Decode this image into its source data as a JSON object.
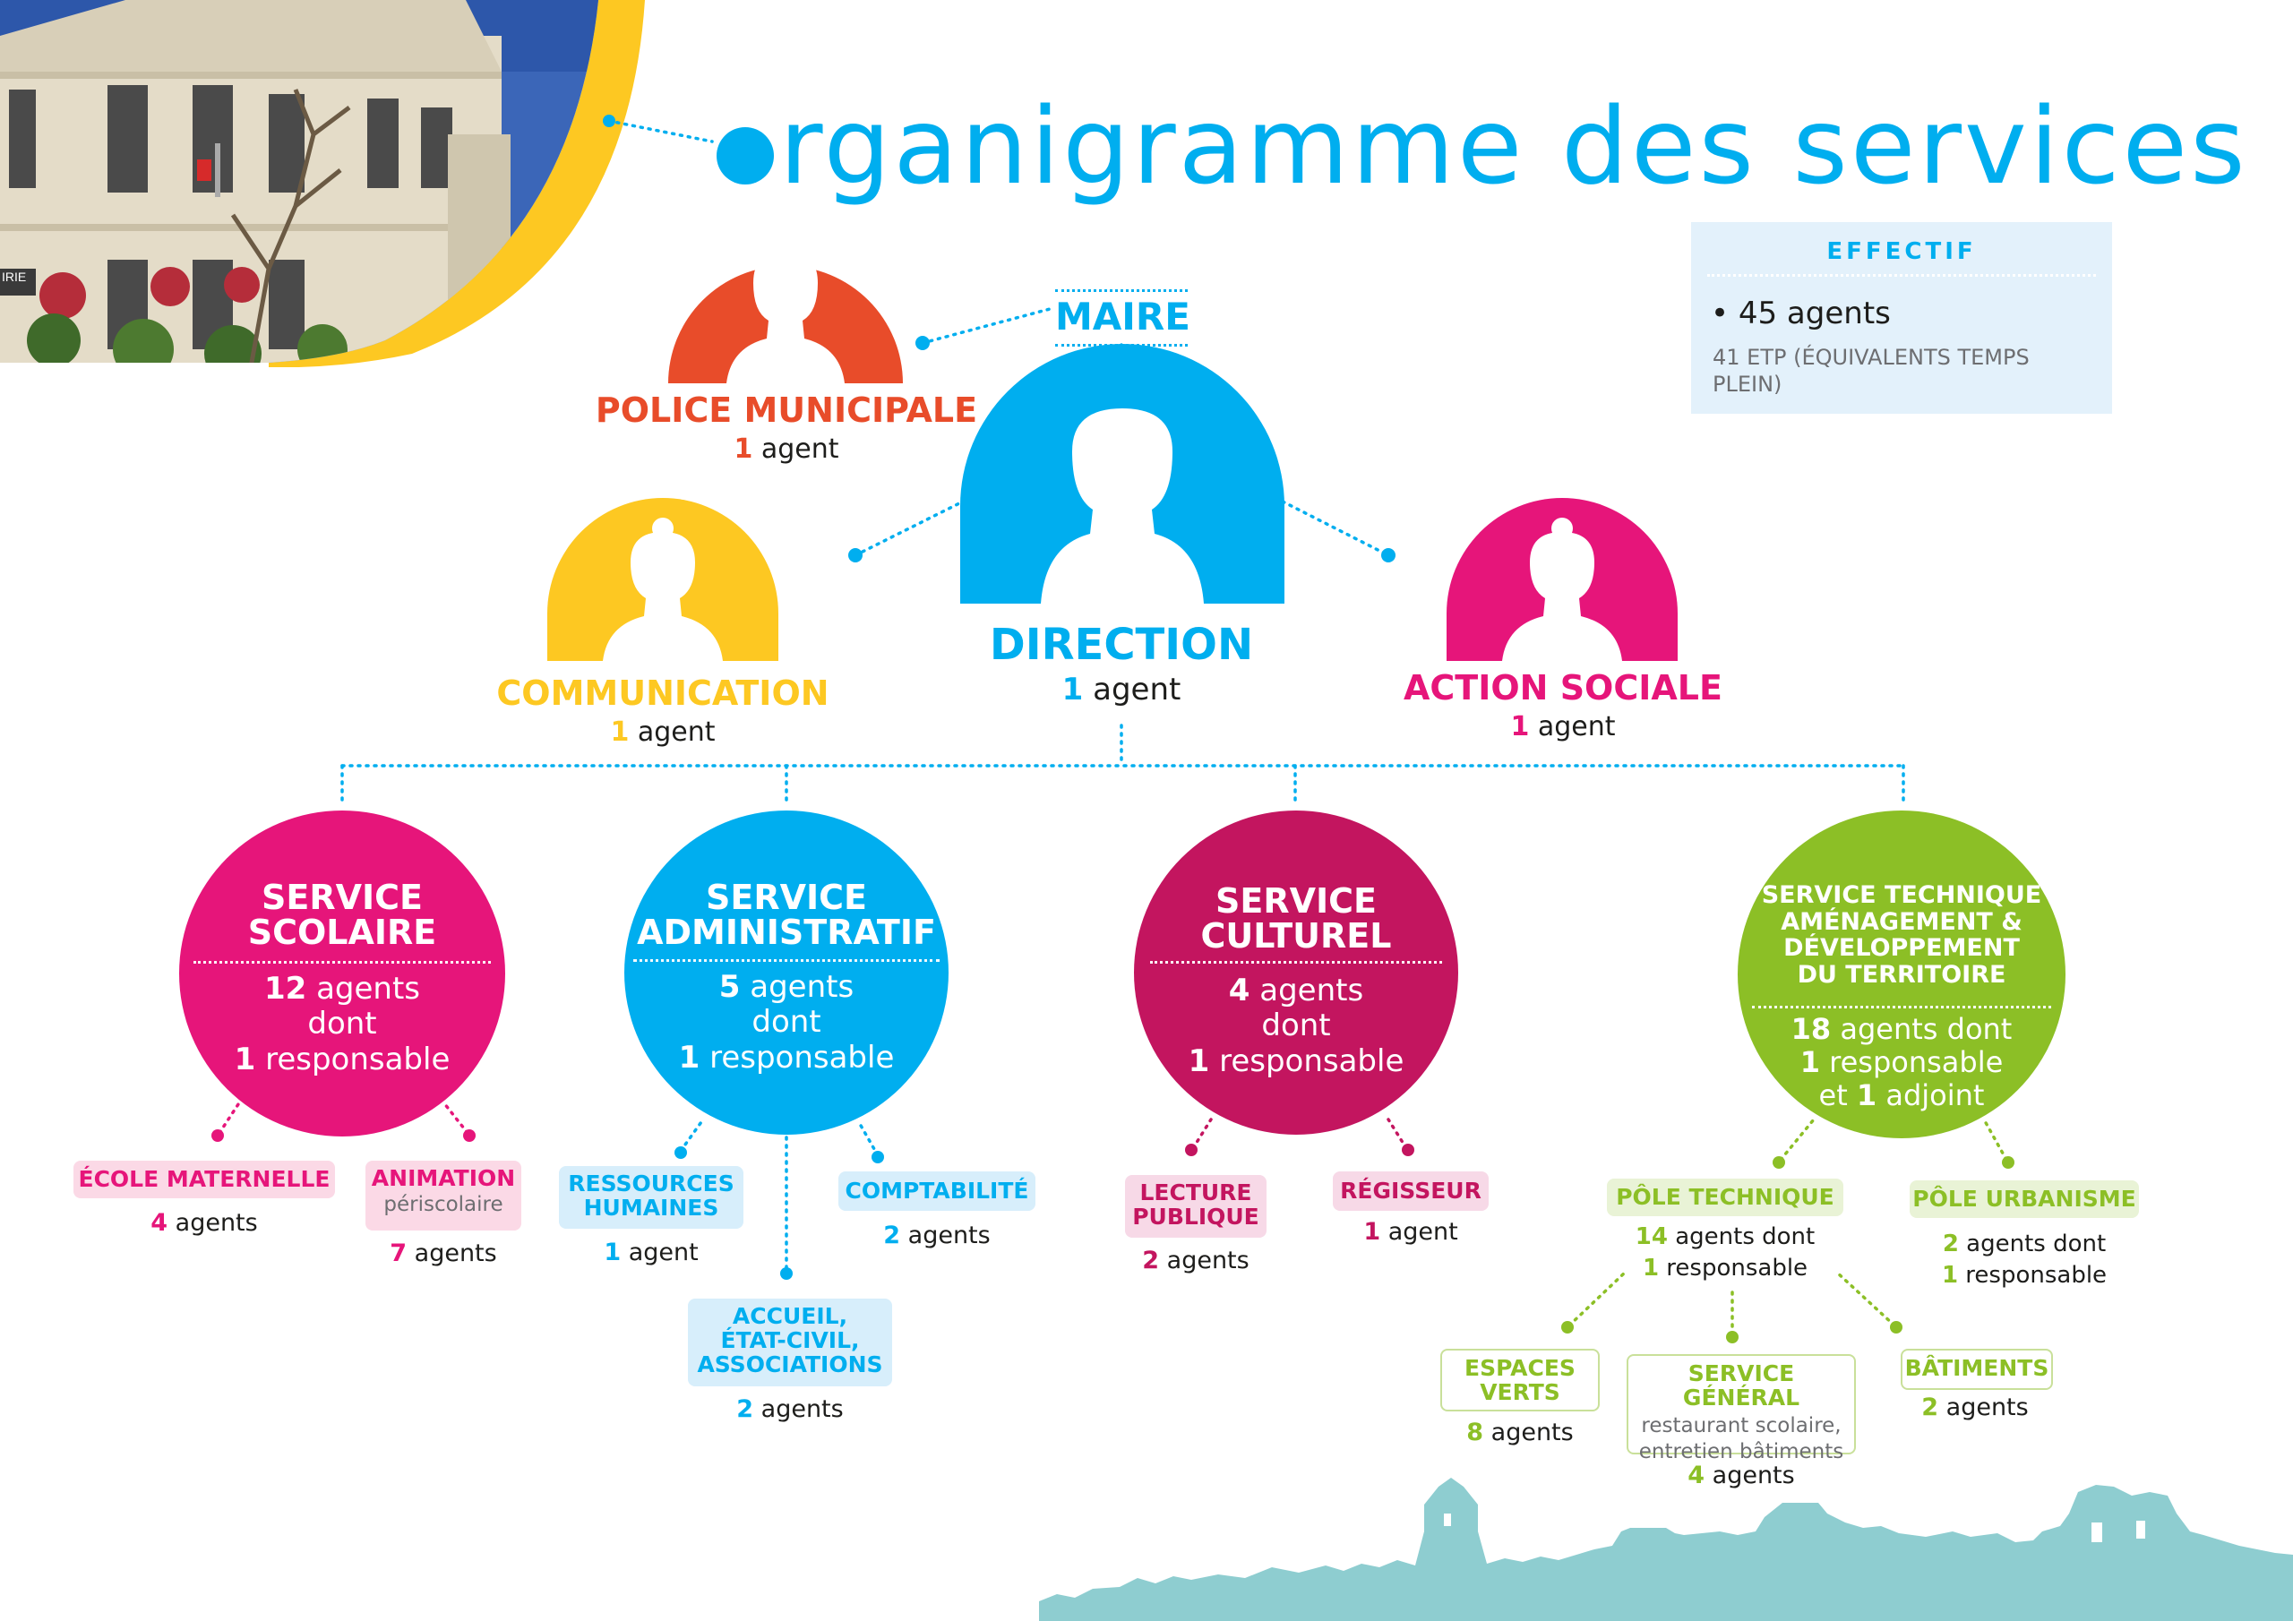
{
  "title": {
    "letter": "o",
    "rest": "rganigramme des services"
  },
  "effectif": {
    "heading": "EFFECTIF",
    "main": "• 45 agents",
    "sub": "41 ETP (ÉQUIVALENTS TEMPS PLEIN)"
  },
  "maire": "MAIRE",
  "people": {
    "police": {
      "title": "POLICE MUNICIPALE",
      "count": "1",
      "unit": " agent",
      "color": "#e84c2a"
    },
    "direction": {
      "title": "DIRECTION",
      "count": "1",
      "unit": " agent",
      "color": "#00aeef"
    },
    "communication": {
      "title": "COMMUNICATION",
      "count": "1",
      "unit": " agent",
      "color": "#fdc822"
    },
    "action_sociale": {
      "title": "ACTION SOCIALE",
      "count": "1",
      "unit": " agent",
      "color": "#e6157a"
    }
  },
  "services": {
    "scolaire": {
      "title1": "SERVICE",
      "title2": "SCOLAIRE",
      "n": "12",
      "l1": " agents",
      "l2": "dont",
      "r": "1",
      "l3": " responsable",
      "color": "#e6157a"
    },
    "administratif": {
      "title1": "SERVICE",
      "title2": "ADMINISTRATIF",
      "n": "5",
      "l1": " agents",
      "l2": "dont",
      "r": "1",
      "l3": " responsable",
      "color": "#00aeef"
    },
    "culturel": {
      "title1": "SERVICE",
      "title2": "CULTUREL",
      "n": "4",
      "l1": " agents",
      "l2": "dont",
      "r": "1",
      "l3": " responsable",
      "color": "#c3155f"
    },
    "technique": {
      "title1": "SERVICE TECHNIQUE",
      "title2": "AMÉNAGEMENT &",
      "title3": "DÉVELOPPEMENT",
      "title4": "DU TERRITOIRE",
      "n": "18",
      "l1": " agents dont",
      "r": "1",
      "l2": " responsable",
      "l3a": "et ",
      "a": "1",
      "l3b": " adjoint",
      "color": "#8cbf26"
    }
  },
  "subs": {
    "ecole": {
      "label": "ÉCOLE MATERNELLE",
      "n": "4",
      "unit": " agents"
    },
    "animation": {
      "label": "ANIMATION",
      "sub": "périscolaire",
      "n": "7",
      "unit": " agents"
    },
    "rh": {
      "label1": "RESSOURCES",
      "label2": "HUMAINES",
      "n": "1",
      "unit": " agent"
    },
    "compta": {
      "label": "COMPTABILITÉ",
      "n": "2",
      "unit": " agents"
    },
    "accueil": {
      "label1": "ACCUEIL,",
      "label2": "ÉTAT-CIVIL,",
      "label3": "ASSOCIATIONS",
      "n": "2",
      "unit": " agents"
    },
    "lecture": {
      "label1": "LECTURE",
      "label2": "PUBLIQUE",
      "n": "2",
      "unit": " agents"
    },
    "regisseur": {
      "label": "RÉGISSEUR",
      "n": "1",
      "unit": " agent"
    },
    "pole_tech": {
      "label": "PÔLE TECHNIQUE",
      "n": "14",
      "l1": " agents dont",
      "r": "1",
      "l2": " responsable"
    },
    "pole_urba": {
      "label": "PÔLE URBANISME",
      "n": "2",
      "l1": " agents dont",
      "r": "1",
      "l2": " responsable"
    },
    "espaces": {
      "label1": "ESPACES",
      "label2": "VERTS",
      "n": "8",
      "unit": " agents"
    },
    "general": {
      "label": "SERVICE GÉNÉRAL",
      "sub1": "restaurant scolaire,",
      "sub2": "entretien bâtiments",
      "n": "4",
      "unit": " agents"
    },
    "batiments": {
      "label": "BÂTIMENTS",
      "n": "2",
      "unit": " agents"
    }
  },
  "photo": {
    "sign": "IRIE"
  }
}
